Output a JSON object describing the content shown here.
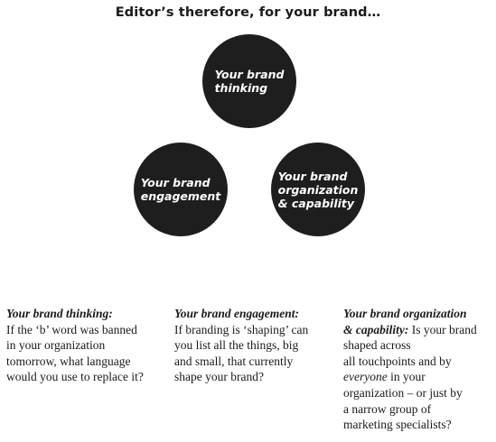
{
  "title": "Editor’s therefore, for your brand…",
  "circles": [
    {
      "label": "Your brand\nthinking"
    },
    {
      "label": "Your brand\nengagement"
    },
    {
      "label": "Your brand\norganization\n& capability"
    }
  ],
  "columns": [
    {
      "heading": "Your brand thinking:",
      "lines": [
        "If the ‘b’ word was banned",
        "in your organization",
        "tomorrow, what language",
        "would you use to replace it?"
      ]
    },
    {
      "heading": "Your brand engagement:",
      "lines": [
        "If branding is ‘shaping’ can",
        "you list all the things, big",
        "and small, that currently",
        "shape your brand?"
      ]
    },
    {
      "heading_line1": "Your brand organization",
      "heading_line2": "& capability:",
      "line2_rest": " Is your brand",
      "lines": [
        "shaped across",
        "all touchpoints and by"
      ],
      "emph_word": "everyone",
      "emph_rest": " in your",
      "lines_after": [
        "organization – or just by",
        "a narrow group of",
        "marketing specialists?"
      ]
    }
  ]
}
